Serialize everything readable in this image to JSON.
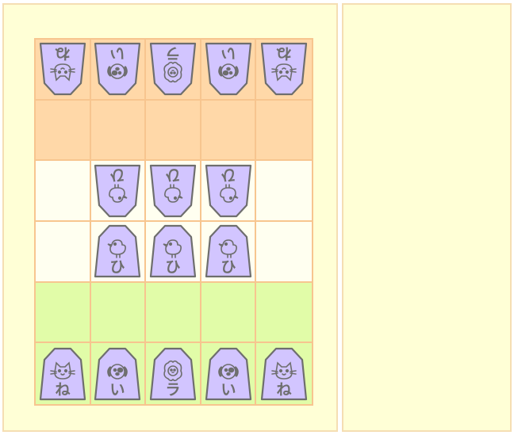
{
  "colors": {
    "panel_bg": "#ffffd6",
    "panel_border": "#f5deb3",
    "grid_line": "#f7c58f",
    "enemy_zone": "#ffd8a8",
    "own_zone": "#e1fca8",
    "neutral": "#fffff0",
    "piece_fill": "#d2c5ff",
    "piece_stroke": "#6e6e6e"
  },
  "board": {
    "rows": [
      {
        "zone": "enemy",
        "cells": [
          {
            "piece": "cat",
            "char": "ね",
            "side": "opponent"
          },
          {
            "piece": "dog",
            "char": "い",
            "side": "opponent"
          },
          {
            "piece": "lion",
            "char": "ラ",
            "side": "opponent"
          },
          {
            "piece": "dog",
            "char": "い",
            "side": "opponent"
          },
          {
            "piece": "cat",
            "char": "ね",
            "side": "opponent"
          }
        ]
      },
      {
        "zone": "enemy",
        "cells": [
          null,
          null,
          null,
          null,
          null
        ]
      },
      {
        "zone": "none",
        "cells": [
          null,
          {
            "piece": "chick",
            "char": "ひ",
            "side": "opponent"
          },
          {
            "piece": "chick",
            "char": "ひ",
            "side": "opponent"
          },
          {
            "piece": "chick",
            "char": "ひ",
            "side": "opponent"
          },
          null
        ]
      },
      {
        "zone": "none",
        "cells": [
          null,
          {
            "piece": "chick",
            "char": "ひ",
            "side": "player"
          },
          {
            "piece": "chick",
            "char": "ひ",
            "side": "player"
          },
          {
            "piece": "chick",
            "char": "ひ",
            "side": "player"
          },
          null
        ]
      },
      {
        "zone": "own",
        "cells": [
          null,
          null,
          null,
          null,
          null
        ]
      },
      {
        "zone": "own",
        "cells": [
          {
            "piece": "cat",
            "char": "ね",
            "side": "player"
          },
          {
            "piece": "dog",
            "char": "い",
            "side": "player"
          },
          {
            "piece": "lion",
            "char": "ラ",
            "side": "player"
          },
          {
            "piece": "dog",
            "char": "い",
            "side": "player"
          },
          {
            "piece": "cat",
            "char": "ね",
            "side": "player"
          }
        ]
      }
    ]
  },
  "hand": {
    "pieces": []
  }
}
